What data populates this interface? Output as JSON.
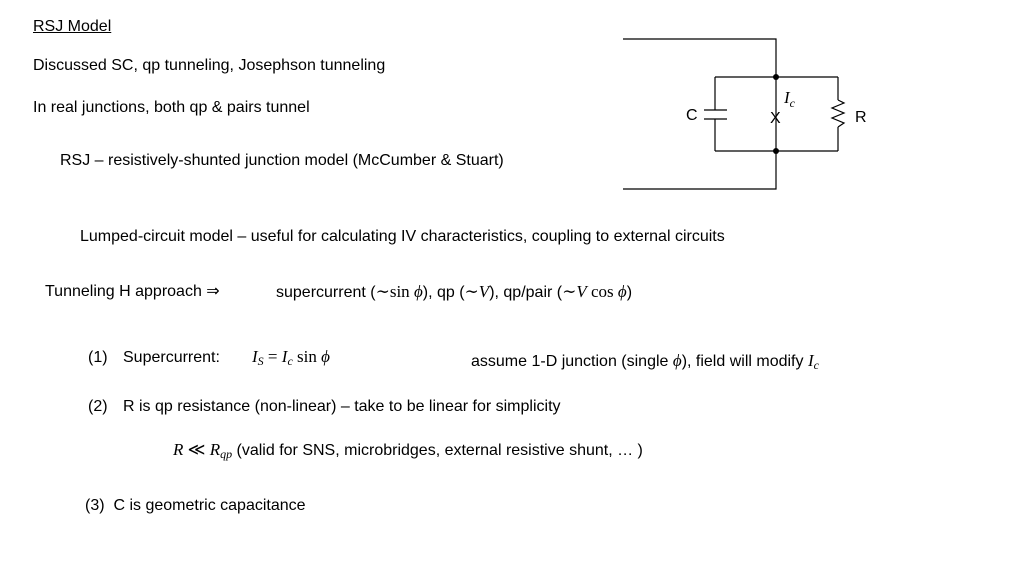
{
  "slide": {
    "title": "RSJ Model",
    "line1": "Discussed SC, qp tunneling, Josephson tunneling",
    "line2": "In real junctions, both qp & pairs tunnel",
    "line3": "RSJ – resistively-shunted junction model  (McCumber & Stuart)",
    "line4": "Lumped-circuit model – useful for calculating IV characteristics, coupling to external circuits",
    "tunneling": {
      "label": "Tunneling H approach ⇒",
      "supercurrent": "supercurrent (",
      "tilde": "∼",
      "sin": "sin ",
      "phi": "ϕ",
      "close_qp": "), qp (",
      "tilde2": "∼",
      "V": "V",
      "close_pair": "), qp/pair (",
      "tilde3": "∼",
      "V2": "V",
      "cos": " cos ",
      "phi2": "ϕ",
      "end": ")"
    },
    "item1": {
      "num": "(1)",
      "label": "Supercurrent:",
      "I": "I",
      "S": "S",
      "eq": " = ",
      "I2": "I",
      "c": "c",
      "sin": " sin ",
      "phi": "ϕ"
    },
    "assume": {
      "text1": "assume 1-D junction (single ",
      "phi": "ϕ",
      "text2": "), field will modify ",
      "I": "I",
      "c": "c"
    },
    "item2": {
      "num": "(2)",
      "label": "R is qp resistance (non-linear) – take to be linear for simplicity"
    },
    "condition": {
      "R": "R",
      "ll": " ≪ ",
      "R2": "R",
      "qp": "qp",
      "text": "  (valid for SNS, microbridges, external resistive shunt, … )"
    },
    "item3": {
      "num": "(3)",
      "label": "C is geometric capacitance"
    }
  },
  "circuit": {
    "capacitor_label": "C",
    "resistor_label": "R",
    "junction_symbol": "X",
    "current_label": "I",
    "current_sub": "c"
  }
}
